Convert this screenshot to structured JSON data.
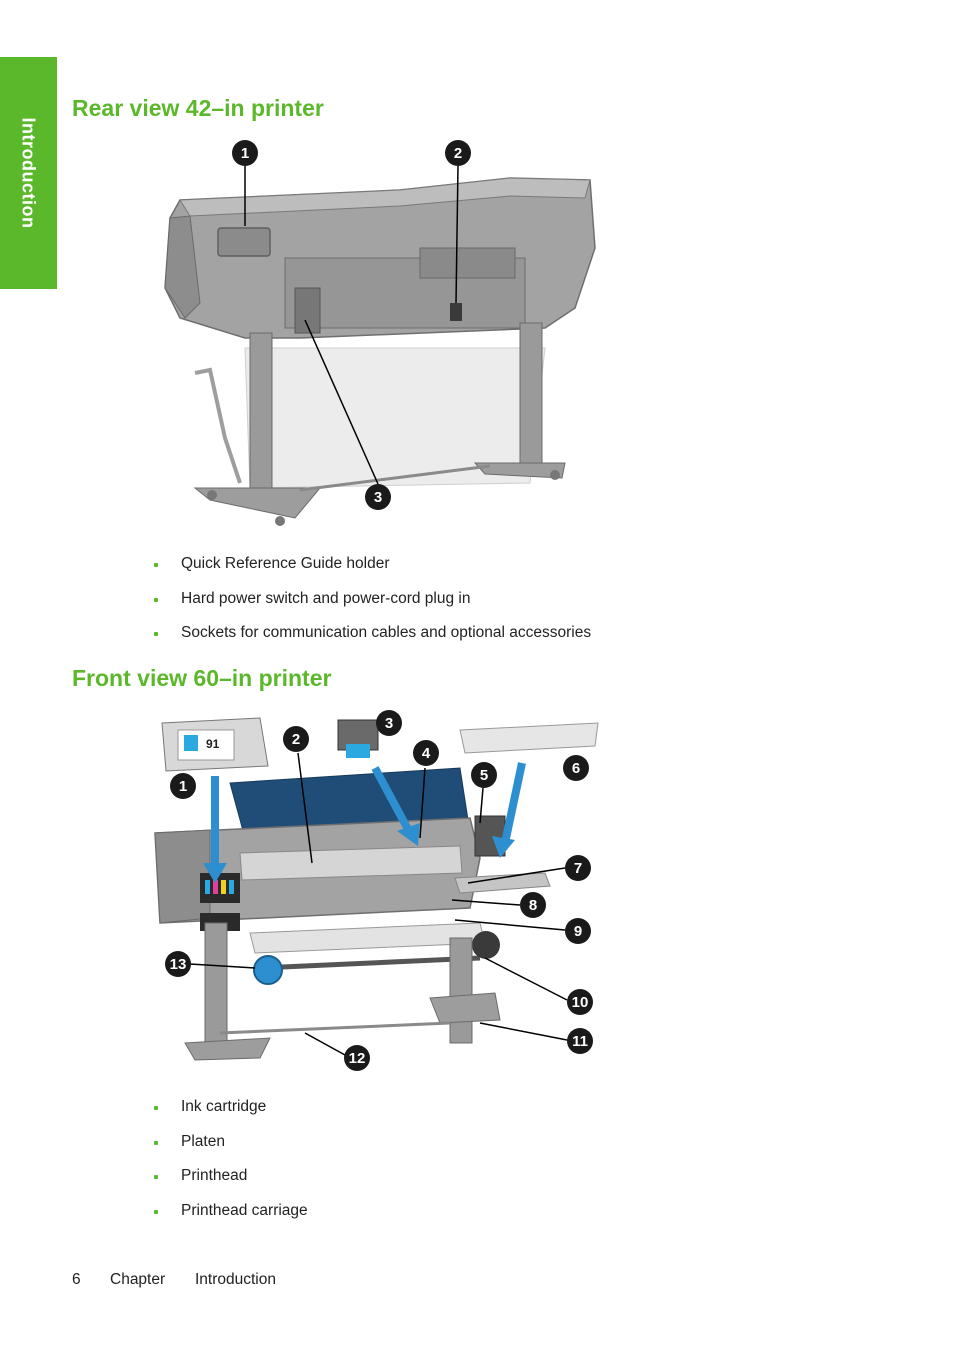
{
  "side_tab": {
    "label": "Introduction"
  },
  "sections": [
    {
      "title": "Rear view 42–in printer",
      "callouts": [
        "1",
        "2",
        "3"
      ],
      "items": [
        "Quick Reference Guide holder",
        "Hard power switch and power-cord plug in",
        "Sockets for communication cables and optional accessories"
      ]
    },
    {
      "title": "Front view 60–in printer",
      "callouts": [
        "1",
        "2",
        "3",
        "4",
        "5",
        "6",
        "7",
        "8",
        "9",
        "10",
        "11",
        "12",
        "13"
      ],
      "cartridge_label": "91",
      "items": [
        "Ink cartridge",
        "Platen",
        "Printhead",
        "Printhead carriage"
      ]
    }
  ],
  "footer": {
    "page_number": "6",
    "chapter": "Chapter",
    "chapter_title": "Introduction"
  },
  "colors": {
    "accent": "#5cb82b",
    "callout": "#1a1a1a",
    "printer_body": "#9a9a9a"
  }
}
